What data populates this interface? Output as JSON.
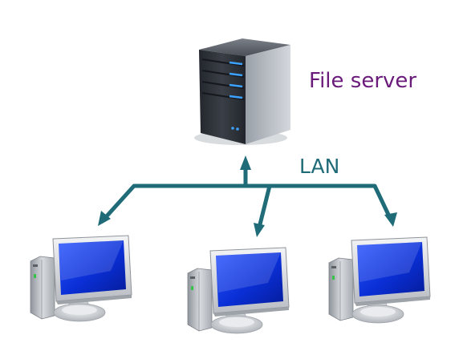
{
  "labels": {
    "server": "File server",
    "network": "LAN"
  },
  "nodes": {
    "server": {
      "type": "server",
      "icon": "server-icon"
    },
    "clients": [
      {
        "type": "workstation",
        "icon": "desktop-computer-icon"
      },
      {
        "type": "workstation",
        "icon": "desktop-computer-icon"
      },
      {
        "type": "workstation",
        "icon": "desktop-computer-icon"
      }
    ]
  },
  "colors": {
    "server_label": "#6a1b7a",
    "network": "#1f6b78",
    "screen": "#0a2fd6",
    "server_body": "#2b2f36",
    "server_led": "#3da2ff"
  }
}
